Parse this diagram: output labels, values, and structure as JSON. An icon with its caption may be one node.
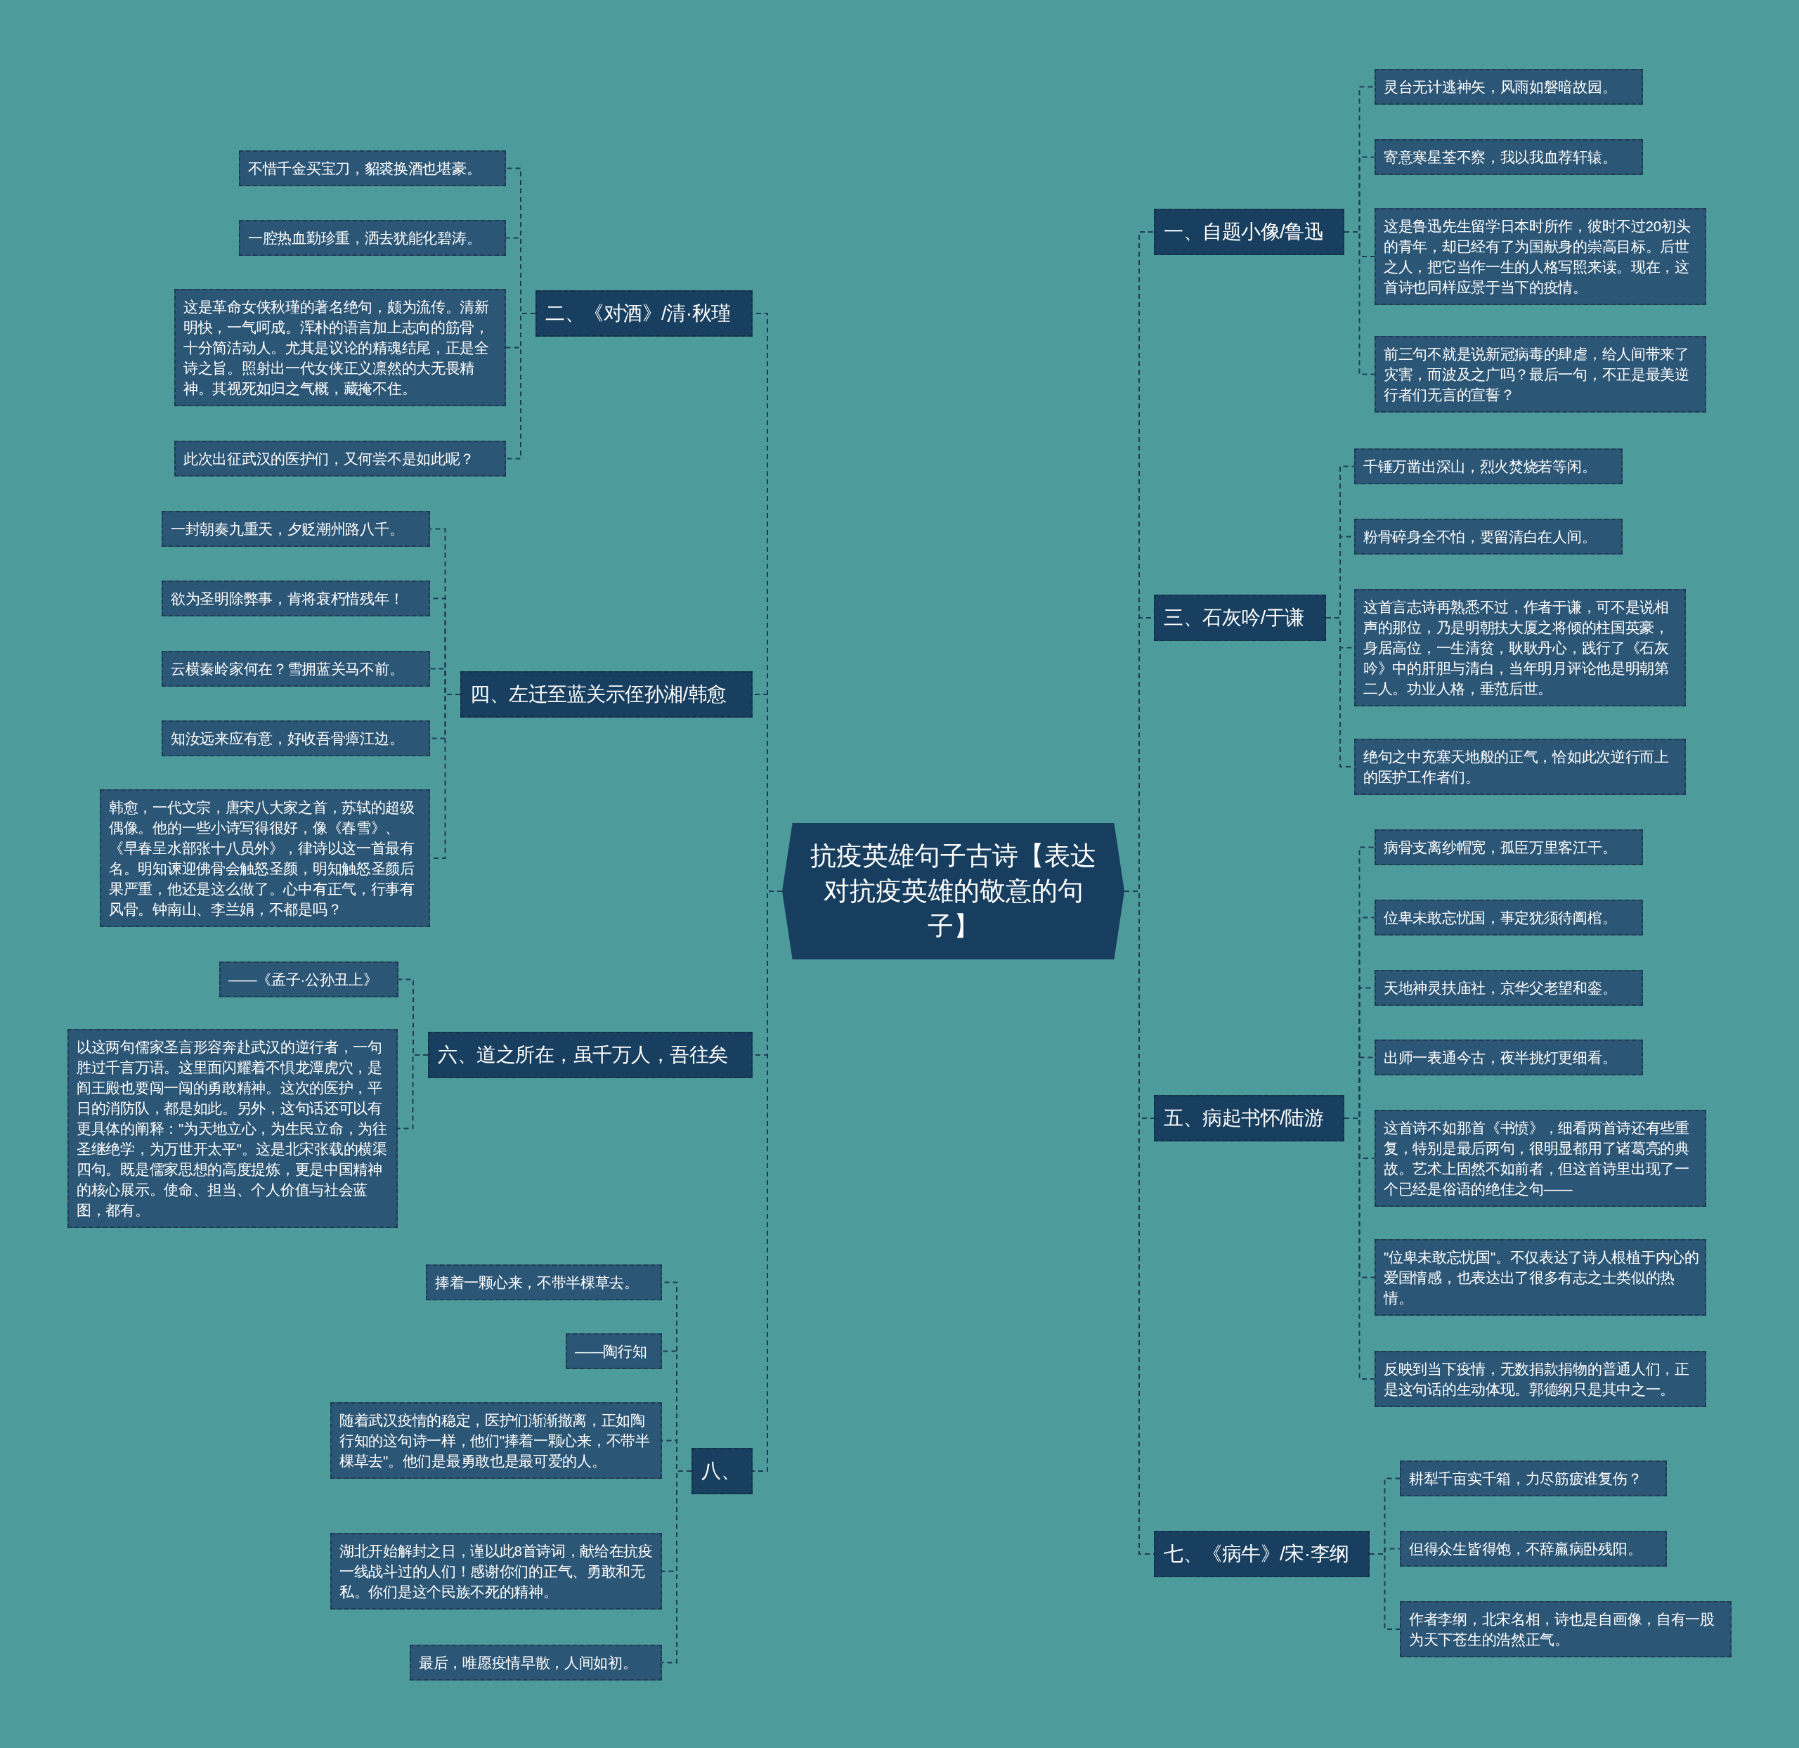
{
  "diagram": {
    "nodes": [
      {
        "text": [
          "抗疫英雄句子古诗【表达对抗疫英雄的敬意的句子】"
        ]
      },
      {
        "text": [
          "一、自题小像/鲁迅"
        ]
      },
      {
        "text": [
          "灵台无计逃神矢，风雨如磐暗故园。"
        ]
      },
      {
        "text": [
          "寄意寒星荃不察，我以我血荐轩辕。"
        ]
      },
      {
        "text": [
          "这是鲁迅先生留学日本时所作，彼时不过20初头的青年，却已经有了为国献身的崇高目标。后世之人，把它当作一生的人格写照来读。现在，这首诗也同样应景于当下的疫情。"
        ]
      },
      {
        "text": [
          "前三句不就是说新冠病毒的肆虐，给人间带来了灾害，而波及之广吗？最后一句，不正是最美逆行者们无言的宣誓？"
        ]
      },
      {
        "text": [
          "三、石灰吟/于谦"
        ]
      },
      {
        "text": [
          "千锤万凿出深山，烈火焚烧若等闲。"
        ]
      },
      {
        "text": [
          "粉骨碎身全不怕，要留清白在人间。"
        ]
      },
      {
        "text": [
          "这首言志诗再熟悉不过，作者于谦，可不是说相声的那位，乃是明朝扶大厦之将倾的柱国英豪，身居高位，一生清贫，耿耿丹心，践行了《石灰吟》中的肝胆与清白，当年明月评论他是明朝第二人。功业人格，垂范后世。"
        ]
      },
      {
        "text": [
          "绝句之中充塞天地般的正气，恰如此次逆行而上的医护工作者们。"
        ]
      },
      {
        "text": [
          "五、病起书怀/陆游"
        ]
      },
      {
        "text": [
          "病骨支离纱帽宽，孤臣万里客江干。"
        ]
      },
      {
        "text": [
          "位卑未敢忘忧国，事定犹须待阖棺。"
        ]
      },
      {
        "text": [
          "天地神灵扶庙社，京华父老望和銮。"
        ]
      },
      {
        "text": [
          "出师一表通今古，夜半挑灯更细看。"
        ]
      },
      {
        "text": [
          "这首诗不如那首《书愤》，细看两首诗还有些重复，特别是最后两句，很明显都用了诸葛亮的典故。艺术上固然不如前者，但这首诗里出现了一个已经是俗语的绝佳之句——"
        ]
      },
      {
        "text": [
          "\"位卑未敢忘忧国\"。不仅表达了诗人根植于内心的爱国情感，也表达出了很多有志之士类似的热情。"
        ]
      },
      {
        "text": [
          "反映到当下疫情，无数捐款捐物的普通人们，正是这句话的生动体现。郭德纲只是其中之一。"
        ]
      },
      {
        "text": [
          "七、《病牛》/宋·李纲"
        ]
      },
      {
        "text": [
          "耕犁千亩实千箱，力尽筋疲谁复伤？"
        ]
      },
      {
        "text": [
          "但得众生皆得饱，不辞羸病卧残阳。"
        ]
      },
      {
        "text": [
          "作者李纲，北宋名相，诗也是自画像，自有一股为天下苍生的浩然正气。"
        ]
      },
      {
        "text": [
          "二、《对酒》/清·秋瑾"
        ]
      },
      {
        "text": [
          "不惜千金买宝刀，貂裘换酒也堪豪。"
        ]
      },
      {
        "text": [
          "一腔热血勤珍重，洒去犹能化碧涛。"
        ]
      },
      {
        "text": [
          "这是革命女侠秋瑾的著名绝句，颇为流传。清新明快，一气呵成。浑朴的语言加上志向的筋骨，十分简洁动人。尤其是议论的精魂结尾，正是全诗之旨。照射出一代女侠正义凛然的大无畏精神。其视死如归之气概，藏掩不住。"
        ]
      },
      {
        "text": [
          "此次出征武汉的医护们，又何尝不是如此呢？"
        ]
      },
      {
        "text": [
          "四、左迁至蓝关示侄孙湘/韩愈"
        ]
      },
      {
        "text": [
          "一封朝奏九重天，夕贬潮州路八千。"
        ]
      },
      {
        "text": [
          "欲为圣明除弊事，肯将衰朽惜残年！"
        ]
      },
      {
        "text": [
          "云横秦岭家何在？雪拥蓝关马不前。"
        ]
      },
      {
        "text": [
          "知汝远来应有意，好收吾骨瘴江边。"
        ]
      },
      {
        "text": [
          "韩愈，一代文宗，唐宋八大家之首，苏轼的超级偶像。他的一些小诗写得很好，像《春雪》、《早春呈水部张十八员外》，律诗以这一首最有名。明知谏迎佛骨会触怒圣颜，明知触怒圣颜后果严重，他还是这么做了。心中有正气，行事有风骨。钟南山、李兰娟，不都是吗？"
        ]
      },
      {
        "text": [
          "六、道之所在，虽千万人，吾往矣"
        ]
      },
      {
        "text": [
          "——《孟子·公孙丑上》"
        ]
      },
      {
        "text": [
          "以这两句儒家圣言形容奔赴武汉的逆行者，一句胜过千言万语。这里面闪耀着不惧龙潭虎穴，是阎王殿也要闯一闯的勇敢精神。这次的医护，平日的消防队，都是如此。另外，这句话还可以有更具体的阐释：\"为天地立心，为生民立命，为往圣继绝学，为万世开太平\"。这是北宋张载的横渠四句。既是儒家思想的高度提炼，更是中国精神的核心展示。使命、担当、个人价值与社会蓝图，都有。"
        ]
      },
      {
        "text": [
          "八、"
        ]
      },
      {
        "text": [
          "捧着一颗心来，不带半棵草去。"
        ]
      },
      {
        "text": [
          "——陶行知"
        ]
      },
      {
        "text": [
          "随着武汉疫情的稳定，医护们渐渐撤离，正如陶行知的这句诗一样，他们\"捧着一颗心来，不带半棵草去\"。他们是最勇敢也是最可爱的人。"
        ]
      },
      {
        "text": [
          "湖北开始解封之日，谨以此8首诗词，献给在抗疫一线战斗过的人们！感谢你们的正气、勇敢和无私。你们是这个民族不死的精神。"
        ]
      },
      {
        "text": [
          "最后，唯愿疫情早散，人间如初。"
        ]
      }
    ],
    "edges": [
      {
        "from": 0,
        "to": 1,
        "arrow": "none"
      },
      {
        "from": 1,
        "to": 2,
        "arrow": "none"
      },
      {
        "from": 1,
        "to": 3,
        "arrow": "none"
      },
      {
        "from": 1,
        "to": 4,
        "arrow": "none"
      },
      {
        "from": 1,
        "to": 5,
        "arrow": "none"
      },
      {
        "from": 0,
        "to": 6,
        "arrow": "none"
      },
      {
        "from": 6,
        "to": 7,
        "arrow": "none"
      },
      {
        "from": 6,
        "to": 8,
        "arrow": "none"
      },
      {
        "from": 6,
        "to": 9,
        "arrow": "none"
      },
      {
        "from": 6,
        "to": 10,
        "arrow": "none"
      },
      {
        "from": 0,
        "to": 11,
        "arrow": "none"
      },
      {
        "from": 11,
        "to": 12,
        "arrow": "none"
      },
      {
        "from": 11,
        "to": 13,
        "arrow": "none"
      },
      {
        "from": 11,
        "to": 14,
        "arrow": "none"
      },
      {
        "from": 11,
        "to": 15,
        "arrow": "none"
      },
      {
        "from": 11,
        "to": 16,
        "arrow": "none"
      },
      {
        "from": 11,
        "to": 17,
        "arrow": "none"
      },
      {
        "from": 11,
        "to": 18,
        "arrow": "none"
      },
      {
        "from": 0,
        "to": 19,
        "arrow": "none"
      },
      {
        "from": 19,
        "to": 20,
        "arrow": "none"
      },
      {
        "from": 19,
        "to": 21,
        "arrow": "none"
      },
      {
        "from": 19,
        "to": 22,
        "arrow": "none"
      },
      {
        "from": 0,
        "to": 23,
        "arrow": "none"
      },
      {
        "from": 23,
        "to": 24,
        "arrow": "none"
      },
      {
        "from": 23,
        "to": 25,
        "arrow": "none"
      },
      {
        "from": 23,
        "to": 26,
        "arrow": "none"
      },
      {
        "from": 23,
        "to": 27,
        "arrow": "none"
      },
      {
        "from": 0,
        "to": 28,
        "arrow": "none"
      },
      {
        "from": 28,
        "to": 29,
        "arrow": "none"
      },
      {
        "from": 28,
        "to": 30,
        "arrow": "none"
      },
      {
        "from": 28,
        "to": 31,
        "arrow": "none"
      },
      {
        "from": 28,
        "to": 32,
        "arrow": "none"
      },
      {
        "from": 28,
        "to": 33,
        "arrow": "none"
      },
      {
        "from": 0,
        "to": 34,
        "arrow": "none"
      },
      {
        "from": 34,
        "to": 35,
        "arrow": "none"
      },
      {
        "from": 34,
        "to": 36,
        "arrow": "none"
      },
      {
        "from": 0,
        "to": 37,
        "arrow": "none"
      },
      {
        "from": 37,
        "to": 38,
        "arrow": "none"
      },
      {
        "from": 37,
        "to": 39,
        "arrow": "none"
      },
      {
        "from": 37,
        "to": 40,
        "arrow": "none"
      },
      {
        "from": 37,
        "to": 41,
        "arrow": "none"
      },
      {
        "from": 37,
        "to": 42,
        "arrow": "none"
      }
    ]
  }
}
